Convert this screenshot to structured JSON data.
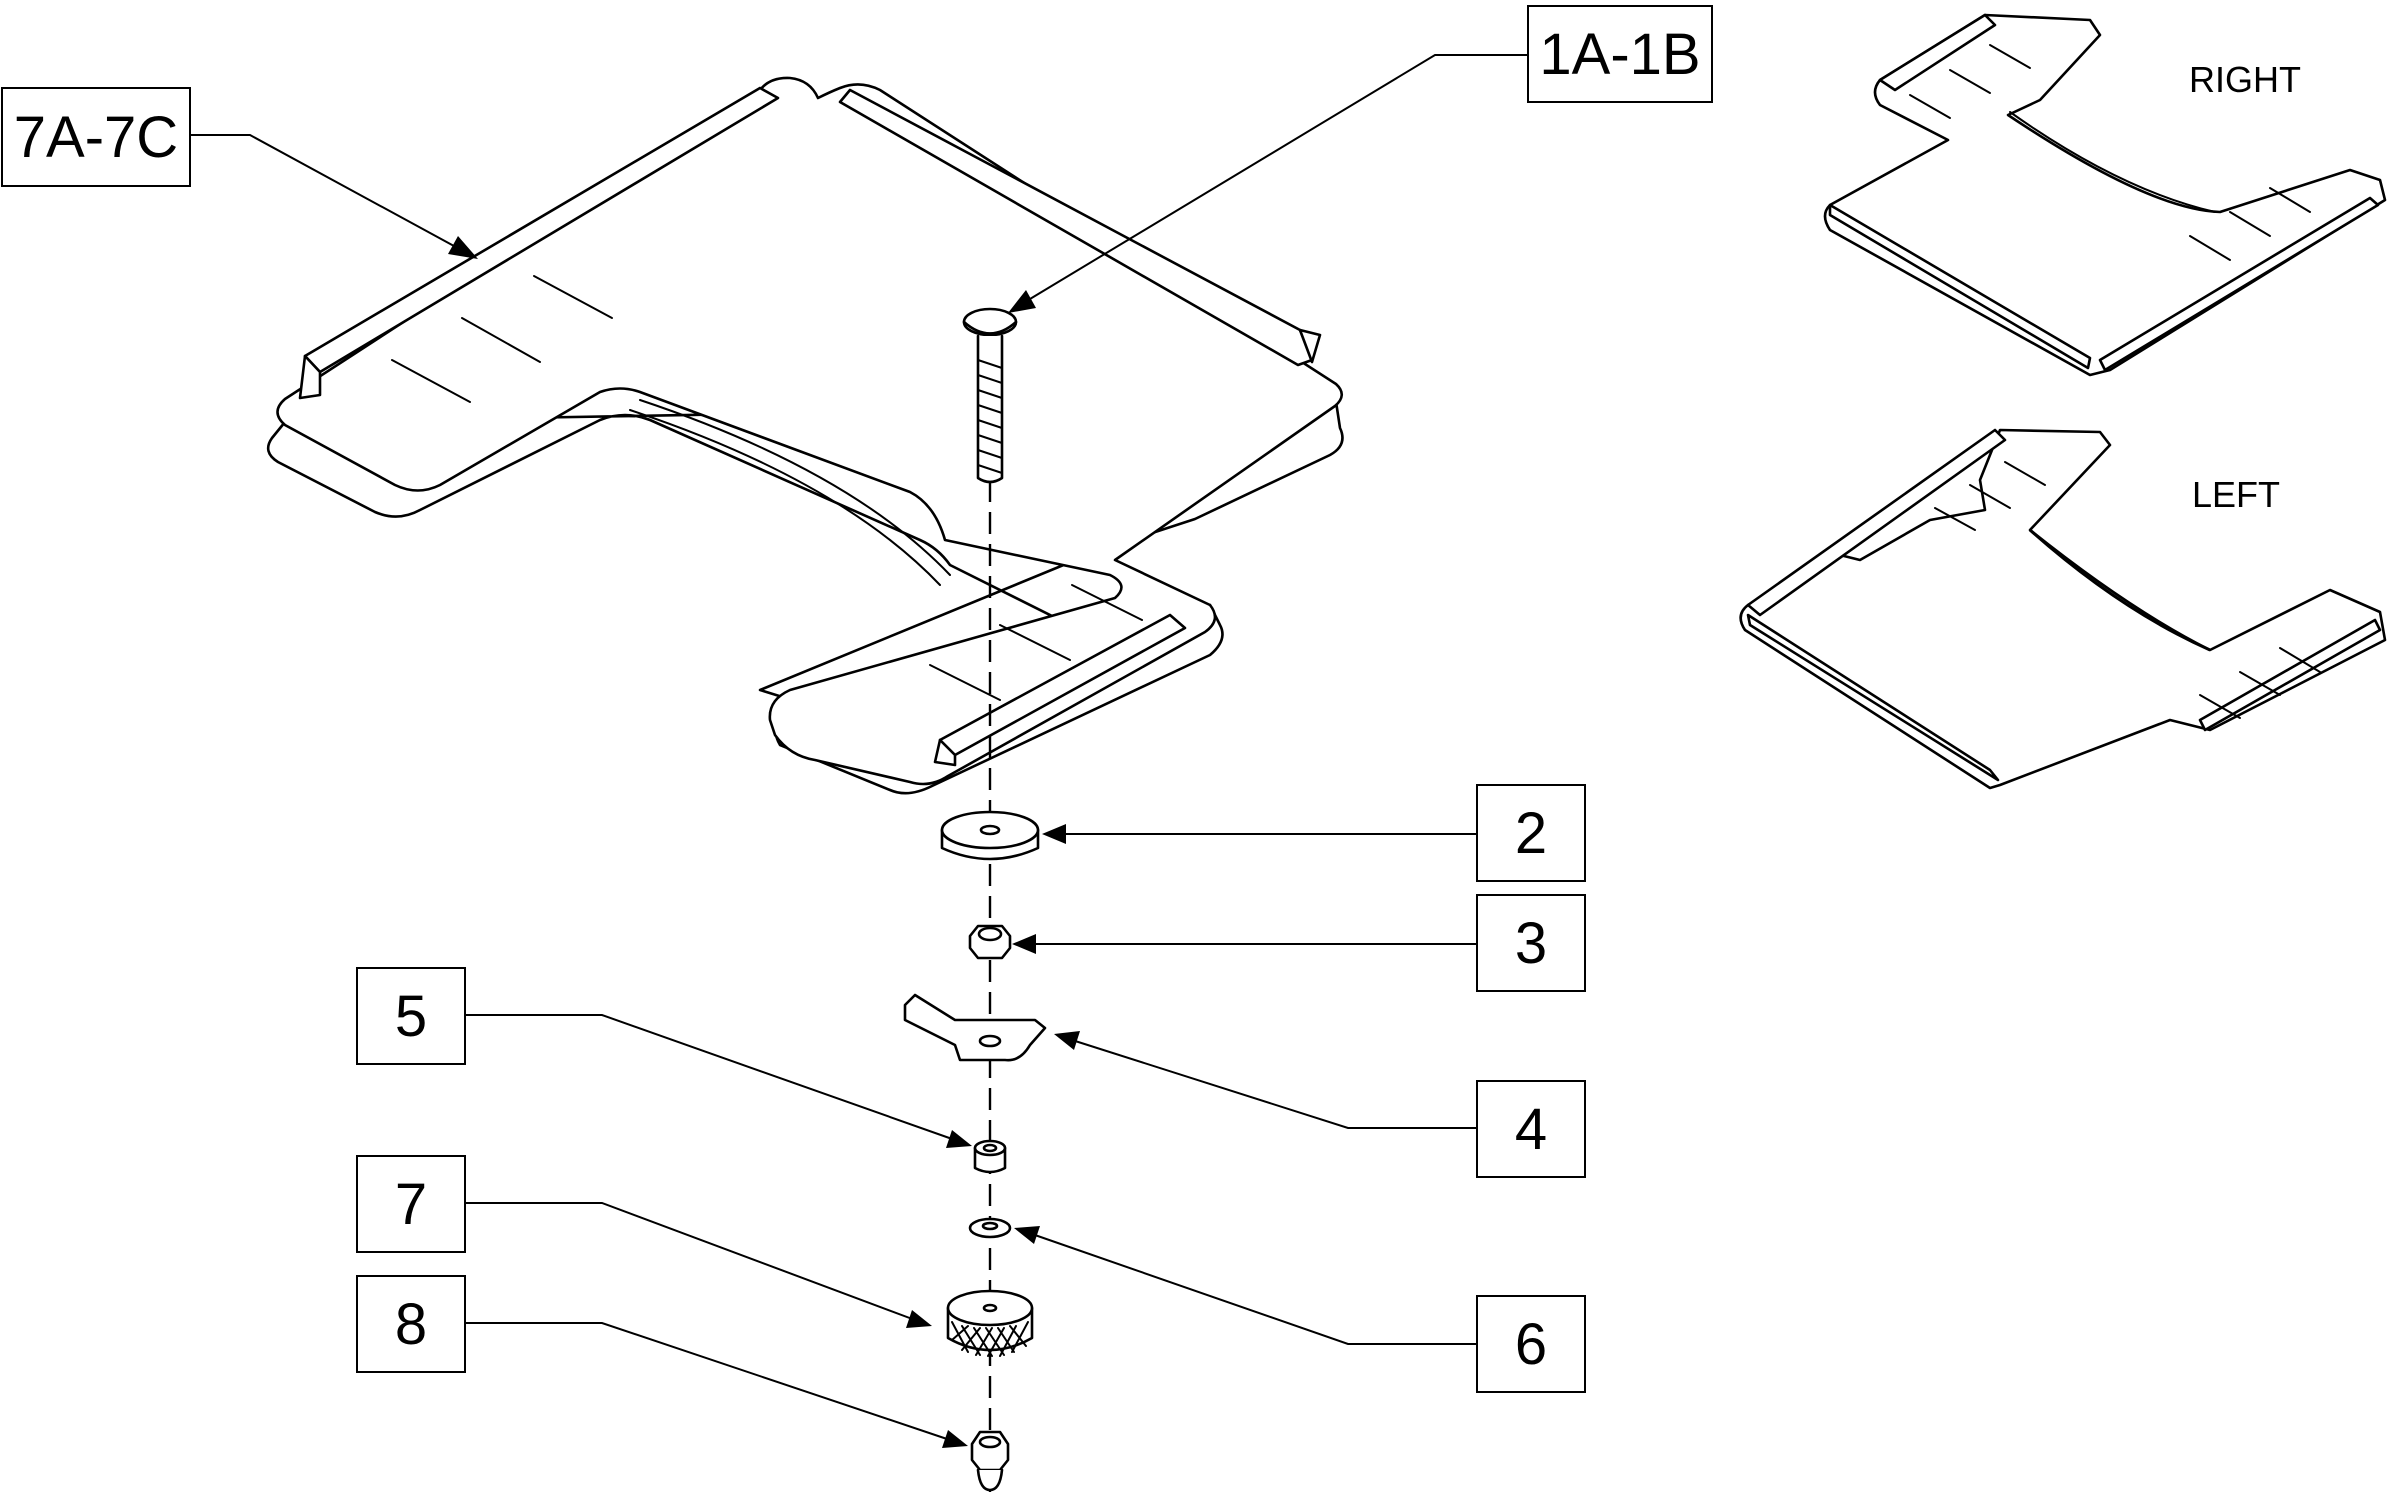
{
  "callouts": {
    "c7a7c": "7A-7C",
    "c1a1b": "1A-1B",
    "c2": "2",
    "c3": "3",
    "c4": "4",
    "c5": "5",
    "c6": "6",
    "c7": "7",
    "c8": "8"
  },
  "views": {
    "right": "RIGHT",
    "left": "LEFT"
  }
}
